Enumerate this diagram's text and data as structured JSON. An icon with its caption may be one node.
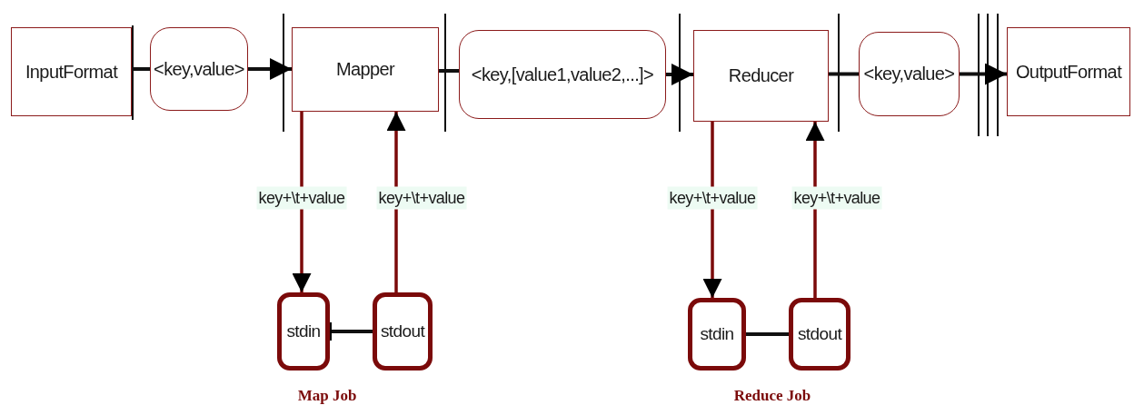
{
  "diagram": {
    "nodes": [
      {
        "text": [
          "InputFormat"
        ]
      },
      {
        "text": [
          "<key,value>"
        ]
      },
      {
        "text": [
          "Mapper"
        ]
      },
      {
        "text": [
          "<key,[value1,value2,...]>"
        ]
      },
      {
        "text": [
          "Reducer"
        ]
      },
      {
        "text": [
          "<key,value>"
        ]
      },
      {
        "text": [
          "OutputFormat"
        ]
      },
      {
        "text": [
          "stdin"
        ]
      },
      {
        "text": [
          "stdout"
        ]
      },
      {
        "text": [
          "stdin"
        ]
      },
      {
        "text": [
          "stdout"
        ]
      }
    ],
    "edges": [
      {
        "from": 0,
        "to": 1,
        "arrow": "none"
      },
      {
        "from": 1,
        "to": 2,
        "arrow": "to"
      },
      {
        "from": 2,
        "to": 3,
        "arrow": "none"
      },
      {
        "from": 3,
        "to": 4,
        "arrow": "to"
      },
      {
        "from": 4,
        "to": 5,
        "arrow": "none"
      },
      {
        "from": 5,
        "to": 6,
        "arrow": "to"
      },
      {
        "from": 2,
        "to": 7,
        "arrow": "to",
        "label": "key+\\t+value",
        "color": "#7b0a0a"
      },
      {
        "from": 8,
        "to": 2,
        "arrow": "to",
        "label": "key+\\t+value",
        "color": "#7b0a0a"
      },
      {
        "from": 7,
        "to": 8,
        "arrow": "other"
      },
      {
        "from": 4,
        "to": 9,
        "arrow": "to",
        "label": "key+\\t+value",
        "color": "#7b0a0a"
      },
      {
        "from": 10,
        "to": 4,
        "arrow": "to",
        "label": "key+\\t+value",
        "color": "#7b0a0a"
      },
      {
        "from": 9,
        "to": 10,
        "arrow": "none"
      }
    ],
    "labels": [
      "Map Job",
      "Reduce Job"
    ]
  }
}
